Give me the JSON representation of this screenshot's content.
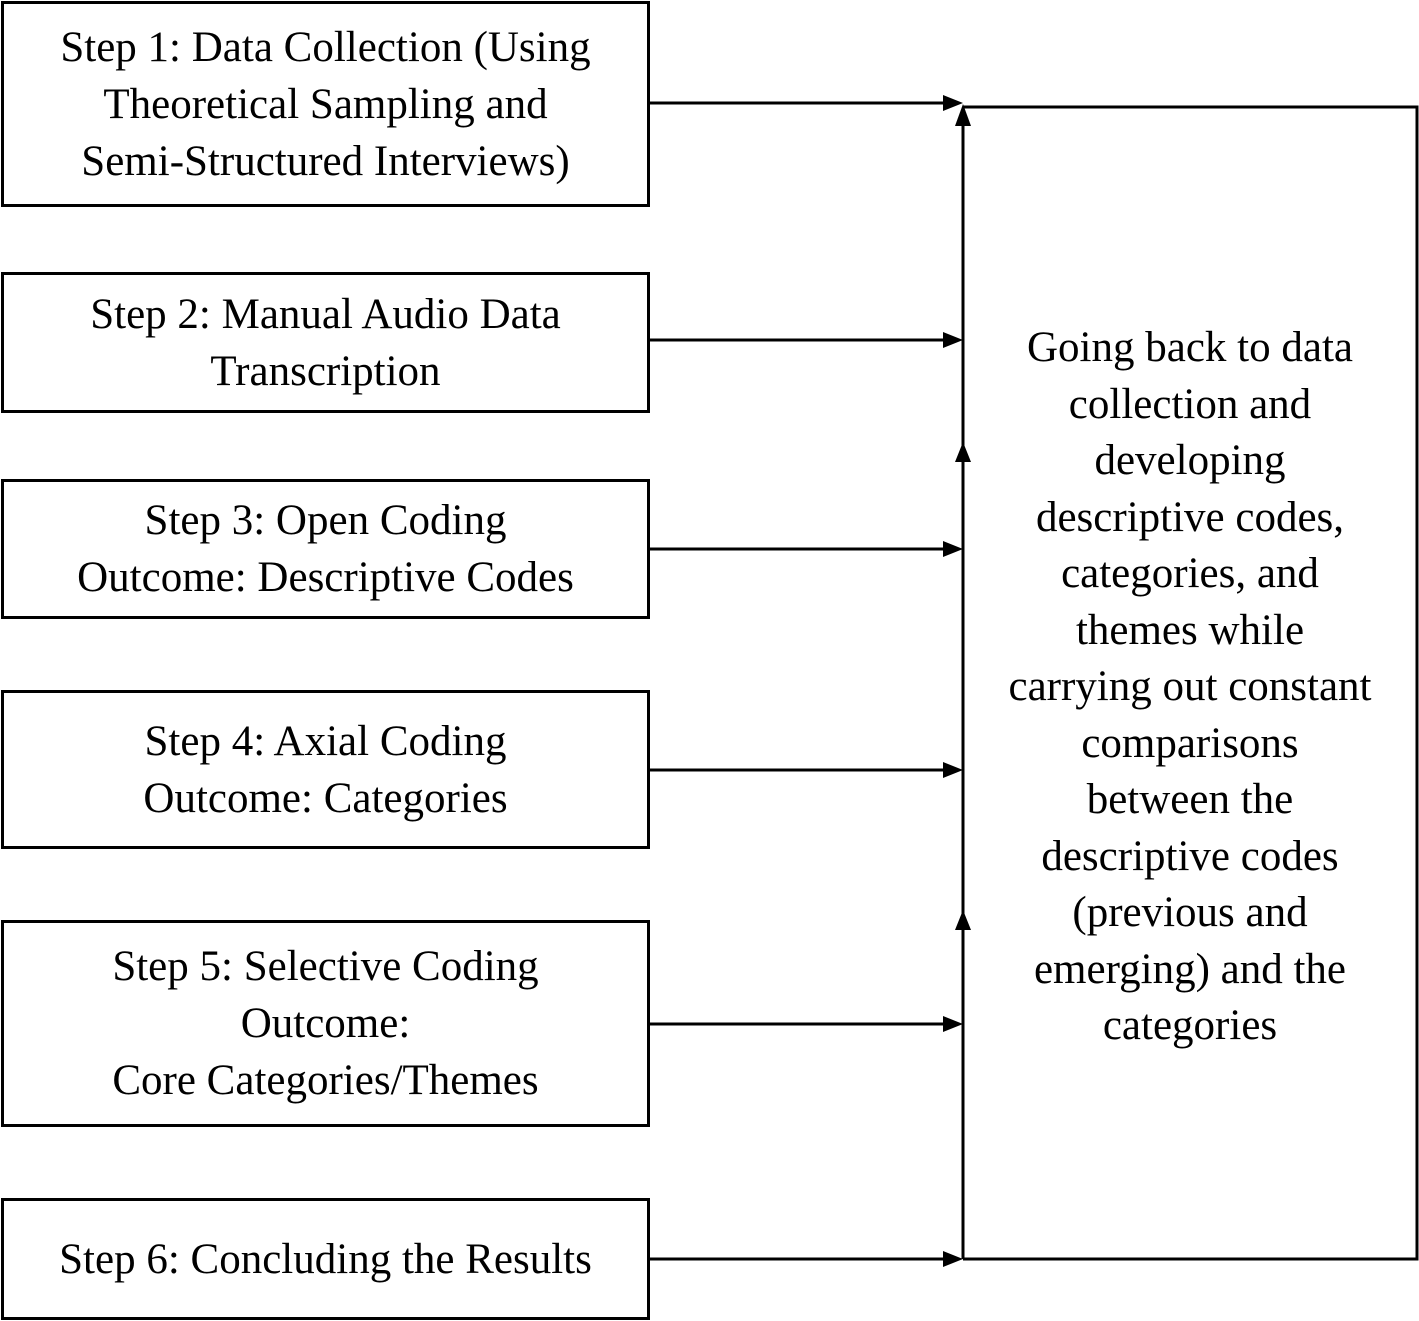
{
  "steps": [
    {
      "text": "Step 1: Data Collection (Using\nTheoretical Sampling and\nSemi-Structured Interviews)"
    },
    {
      "text": "Step 2: Manual Audio Data\nTranscription"
    },
    {
      "text": "Step 3: Open Coding\nOutcome: Descriptive Codes"
    },
    {
      "text": "Step 4: Axial Coding\nOutcome: Categories"
    },
    {
      "text": "Step 5: Selective Coding\nOutcome:\nCore Categories/Themes"
    },
    {
      "text": "Step 6: Concluding the Results"
    }
  ],
  "feedback": {
    "text": "Going back to data\ncollection and\ndeveloping\ndescriptive codes,\ncategories, and\nthemes while\ncarrying out constant\ncomparisons\nbetween the\ndescriptive codes\n(previous and\nemerging) and the\ncategories"
  }
}
